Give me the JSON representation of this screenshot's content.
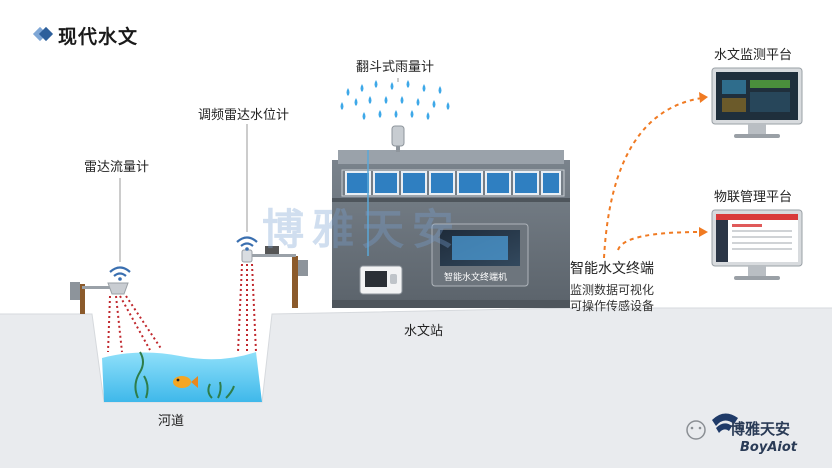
{
  "page": {
    "title": "现代水文"
  },
  "labels": {
    "rain_gauge": "翻斗式雨量计",
    "radar_level": "调频雷达水位计",
    "radar_flow": "雷达流量计",
    "river": "河道",
    "station": "水文站",
    "terminal": "智能水文终端",
    "terminal_desc_1": "监测数据可视化",
    "terminal_desc_2": "可操作传感设备",
    "terminal_panel": "智能水文终端机",
    "platform_monitor": "水文监测平台",
    "platform_iot": "物联管理平台"
  },
  "watermark": "博雅天安",
  "brand": {
    "name_cn": "博雅天安",
    "name_en": "BoyAiot"
  },
  "colors": {
    "accent": "#3d6ea8",
    "arrow": "#f07a22",
    "signal": "#c0272d",
    "water": "#5fc7ee",
    "ground": "#e9ebee"
  }
}
